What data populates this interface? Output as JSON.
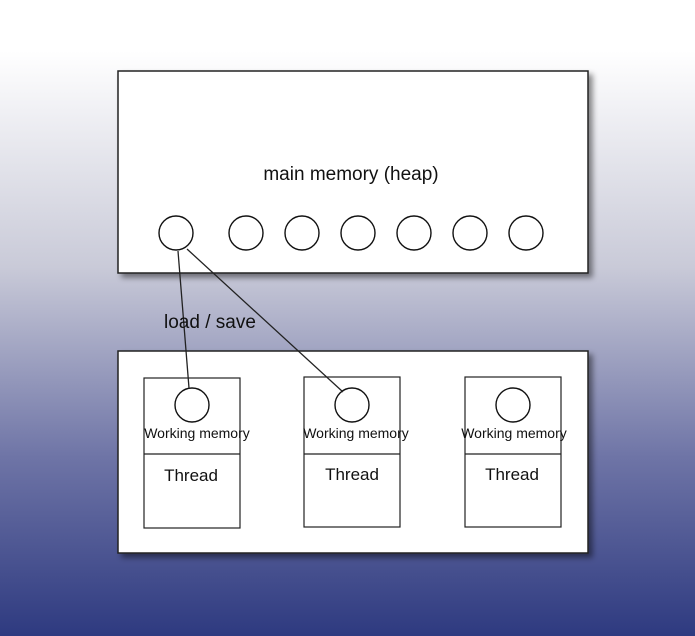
{
  "main_memory": {
    "label": "main memory (heap)",
    "object_count": 7
  },
  "link_label": "load / save",
  "threads": [
    {
      "memory_label": "Working memory",
      "thread_label": "Thread"
    },
    {
      "memory_label": "Working memory",
      "thread_label": "Thread"
    },
    {
      "memory_label": "Working memory",
      "thread_label": "Thread"
    }
  ],
  "links": [
    {
      "from_object": 0,
      "to_thread": 0
    },
    {
      "from_object": 0,
      "to_thread": 1
    }
  ]
}
